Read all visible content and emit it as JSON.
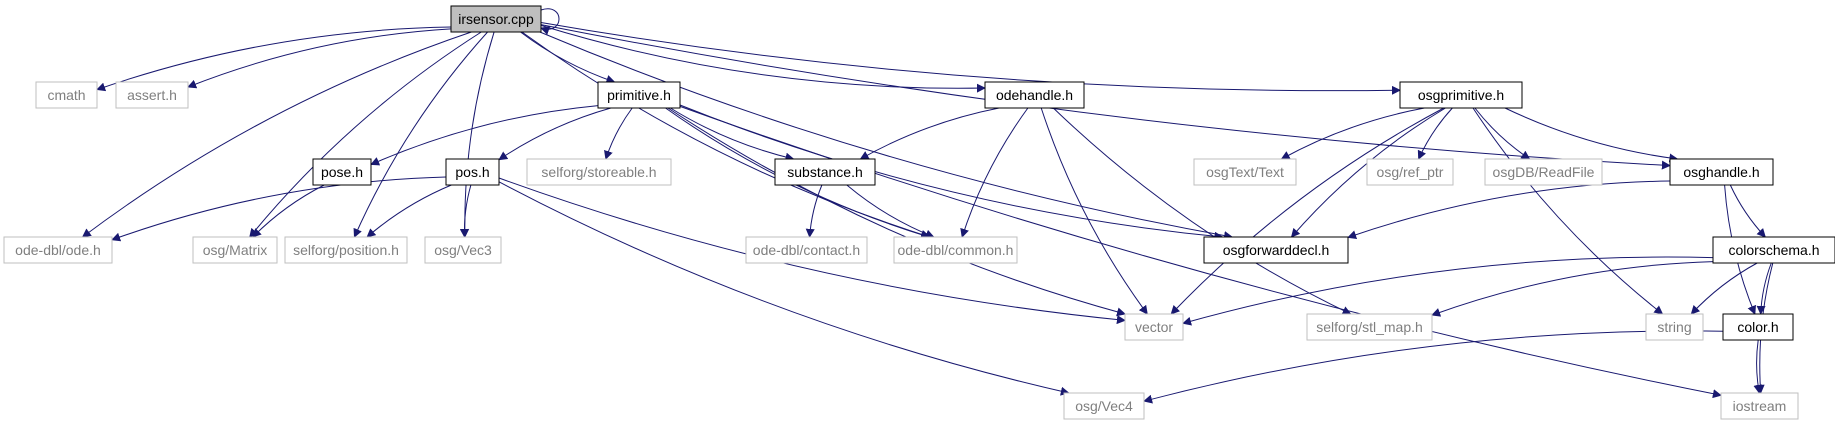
{
  "colors": {
    "edge": "#191970",
    "root_fill": "#bfbfbf",
    "node_border": "#000000",
    "system_border": "#bfbfbf",
    "label": "#000000",
    "system_label": "#7f7f7f"
  },
  "nodes": [
    {
      "id": "irsensor",
      "label": "irsensor.cpp",
      "kind": "root"
    },
    {
      "id": "cmath",
      "label": "cmath",
      "kind": "system"
    },
    {
      "id": "assert",
      "label": "assert.h",
      "kind": "system"
    },
    {
      "id": "primitive",
      "label": "primitive.h",
      "kind": "local"
    },
    {
      "id": "odehandle",
      "label": "odehandle.h",
      "kind": "local"
    },
    {
      "id": "osgprimitive",
      "label": "osgprimitive.h",
      "kind": "local"
    },
    {
      "id": "pose",
      "label": "pose.h",
      "kind": "local"
    },
    {
      "id": "pos",
      "label": "pos.h",
      "kind": "local"
    },
    {
      "id": "storeable",
      "label": "selforg/storeable.h",
      "kind": "system"
    },
    {
      "id": "substance",
      "label": "substance.h",
      "kind": "local"
    },
    {
      "id": "osgtext",
      "label": "osgText/Text",
      "kind": "system"
    },
    {
      "id": "refptr",
      "label": "osg/ref_ptr",
      "kind": "system"
    },
    {
      "id": "readfile",
      "label": "osgDB/ReadFile",
      "kind": "system"
    },
    {
      "id": "osghandle",
      "label": "osghandle.h",
      "kind": "local"
    },
    {
      "id": "odedbl",
      "label": "ode-dbl/ode.h",
      "kind": "system"
    },
    {
      "id": "matrix",
      "label": "osg/Matrix",
      "kind": "system"
    },
    {
      "id": "position",
      "label": "selforg/position.h",
      "kind": "system"
    },
    {
      "id": "vec3",
      "label": "osg/Vec3",
      "kind": "system"
    },
    {
      "id": "contact",
      "label": "ode-dbl/contact.h",
      "kind": "system"
    },
    {
      "id": "common",
      "label": "ode-dbl/common.h",
      "kind": "system"
    },
    {
      "id": "osgfwd",
      "label": "osgforwarddecl.h",
      "kind": "local"
    },
    {
      "id": "colorschema",
      "label": "colorschema.h",
      "kind": "local"
    },
    {
      "id": "vector",
      "label": "vector",
      "kind": "system"
    },
    {
      "id": "stlmap",
      "label": "selforg/stl_map.h",
      "kind": "system"
    },
    {
      "id": "string",
      "label": "string",
      "kind": "system"
    },
    {
      "id": "color",
      "label": "color.h",
      "kind": "local"
    },
    {
      "id": "vec4",
      "label": "osg/Vec4",
      "kind": "system"
    },
    {
      "id": "iostream",
      "label": "iostream",
      "kind": "system"
    }
  ],
  "edges": [
    {
      "from": "irsensor",
      "to": "cmath"
    },
    {
      "from": "irsensor",
      "to": "assert"
    },
    {
      "from": "irsensor",
      "to": "primitive"
    },
    {
      "from": "irsensor",
      "to": "odehandle"
    },
    {
      "from": "irsensor",
      "to": "osgprimitive"
    },
    {
      "from": "irsensor",
      "to": "osghandle"
    },
    {
      "from": "irsensor",
      "to": "odedbl"
    },
    {
      "from": "irsensor",
      "to": "matrix"
    },
    {
      "from": "irsensor",
      "to": "position"
    },
    {
      "from": "irsensor",
      "to": "vec3"
    },
    {
      "from": "irsensor",
      "to": "common"
    },
    {
      "from": "irsensor",
      "to": "osgfwd"
    },
    {
      "from": "irsensor",
      "to": "irsensor"
    },
    {
      "from": "primitive",
      "to": "pose"
    },
    {
      "from": "primitive",
      "to": "pos"
    },
    {
      "from": "primitive",
      "to": "storeable"
    },
    {
      "from": "primitive",
      "to": "substance"
    },
    {
      "from": "primitive",
      "to": "common"
    },
    {
      "from": "primitive",
      "to": "osgfwd"
    },
    {
      "from": "primitive",
      "to": "vector"
    },
    {
      "from": "primitive",
      "to": "iostream"
    },
    {
      "from": "pose",
      "to": "matrix"
    },
    {
      "from": "pos",
      "to": "odedbl"
    },
    {
      "from": "pos",
      "to": "position"
    },
    {
      "from": "pos",
      "to": "vec3"
    },
    {
      "from": "pos",
      "to": "vector"
    },
    {
      "from": "pos",
      "to": "vec4"
    },
    {
      "from": "substance",
      "to": "contact"
    },
    {
      "from": "substance",
      "to": "common"
    },
    {
      "from": "odehandle",
      "to": "substance"
    },
    {
      "from": "odehandle",
      "to": "common"
    },
    {
      "from": "odehandle",
      "to": "vector"
    },
    {
      "from": "odehandle",
      "to": "stlmap"
    },
    {
      "from": "osgprimitive",
      "to": "osgtext"
    },
    {
      "from": "osgprimitive",
      "to": "refptr"
    },
    {
      "from": "osgprimitive",
      "to": "readfile"
    },
    {
      "from": "osgprimitive",
      "to": "osghandle"
    },
    {
      "from": "osgprimitive",
      "to": "osgfwd"
    },
    {
      "from": "osgprimitive",
      "to": "vector"
    },
    {
      "from": "osgprimitive",
      "to": "string"
    },
    {
      "from": "osghandle",
      "to": "osgfwd"
    },
    {
      "from": "osghandle",
      "to": "colorschema"
    },
    {
      "from": "osghandle",
      "to": "color"
    },
    {
      "from": "colorschema",
      "to": "vector"
    },
    {
      "from": "colorschema",
      "to": "stlmap"
    },
    {
      "from": "colorschema",
      "to": "string"
    },
    {
      "from": "colorschema",
      "to": "color"
    },
    {
      "from": "colorschema",
      "to": "iostream"
    },
    {
      "from": "color",
      "to": "vec4"
    },
    {
      "from": "color",
      "to": "iostream"
    }
  ]
}
